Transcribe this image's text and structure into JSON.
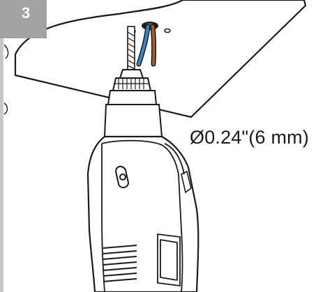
{
  "step": {
    "number": "3"
  },
  "dimension": {
    "label": "Ø0.24\"(6 mm)"
  },
  "colors": {
    "badge": "#a3a3a3",
    "wire_blue": "#3a86c8",
    "wire_brown": "#a0612c",
    "line": "#1a1a1a"
  },
  "icons": {
    "drill": "drill-illustration",
    "ceiling": "ceiling-panel",
    "wires": "power-wires"
  }
}
